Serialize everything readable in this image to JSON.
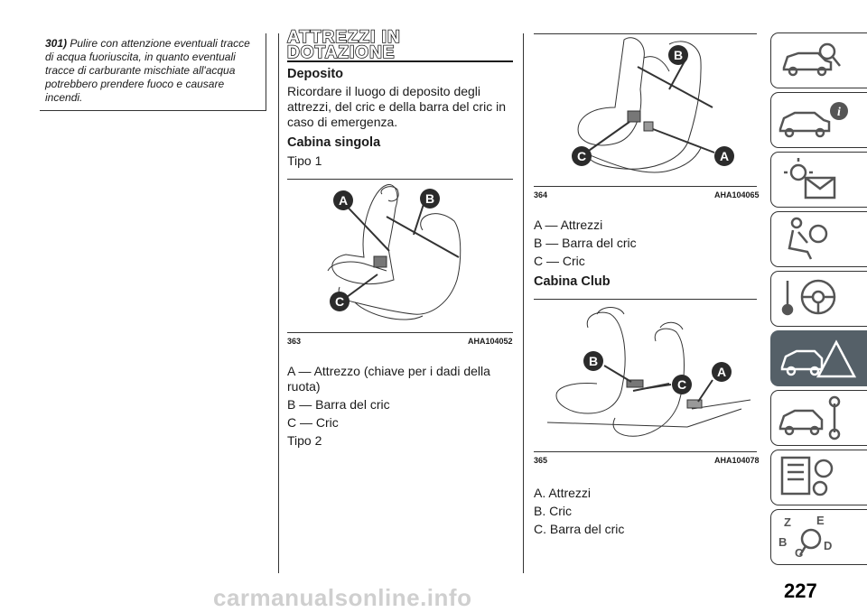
{
  "warning": {
    "number": "301)",
    "text": "Pulire con attenzione eventuali tracce di acqua fuoriuscita, in quanto eventuali tracce di carburante mischiate all'acqua potrebbero prendere fuoco e causare incendi."
  },
  "section": {
    "title_line1": "ATTREZZI IN",
    "title_line2": "DOTAZIONE",
    "deposito_heading": "Deposito",
    "deposito_text": "Ricordare il luogo di deposito degli attrezzi, del cric e della barra del cric in caso di emergenza.",
    "cabina_singola_heading": "Cabina singola",
    "tipo1": "Tipo 1",
    "tipo2": "Tipo 2",
    "cabina_club_heading": "Cabina Club"
  },
  "figures": {
    "fig363": {
      "number": "363",
      "code": "AHA104052"
    },
    "fig364": {
      "number": "364",
      "code": "AHA104065"
    },
    "fig365": {
      "number": "365",
      "code": "AHA104078"
    }
  },
  "legends": {
    "fig363": [
      "A — Attrezzo (chiave per i dadi della ruota)",
      "B — Barra del cric",
      "C — Cric"
    ],
    "fig364": [
      "A — Attrezzi",
      "B — Barra del cric",
      "C — Cric"
    ],
    "fig365": [
      "A. Attrezzi",
      "B. Cric",
      "C. Barra del cric"
    ]
  },
  "callouts": {
    "a": "A",
    "b": "B",
    "c": "C"
  },
  "side_tabs": [
    {
      "icon": "car-search-icon",
      "active": false
    },
    {
      "icon": "car-info-icon",
      "active": false
    },
    {
      "icon": "dashboard-lights-icon",
      "active": false
    },
    {
      "icon": "airbag-seat-icon",
      "active": false
    },
    {
      "icon": "steering-key-icon",
      "active": false
    },
    {
      "icon": "emergency-warning-icon",
      "active": true
    },
    {
      "icon": "car-wrench-icon",
      "active": false
    },
    {
      "icon": "specs-gear-icon",
      "active": false
    },
    {
      "icon": "alphabet-index-icon",
      "active": false
    }
  ],
  "page_number": "227",
  "watermark": "carmanualsonline.info",
  "colors": {
    "active_tab": "#556068",
    "callout": "#2b2b2b"
  }
}
